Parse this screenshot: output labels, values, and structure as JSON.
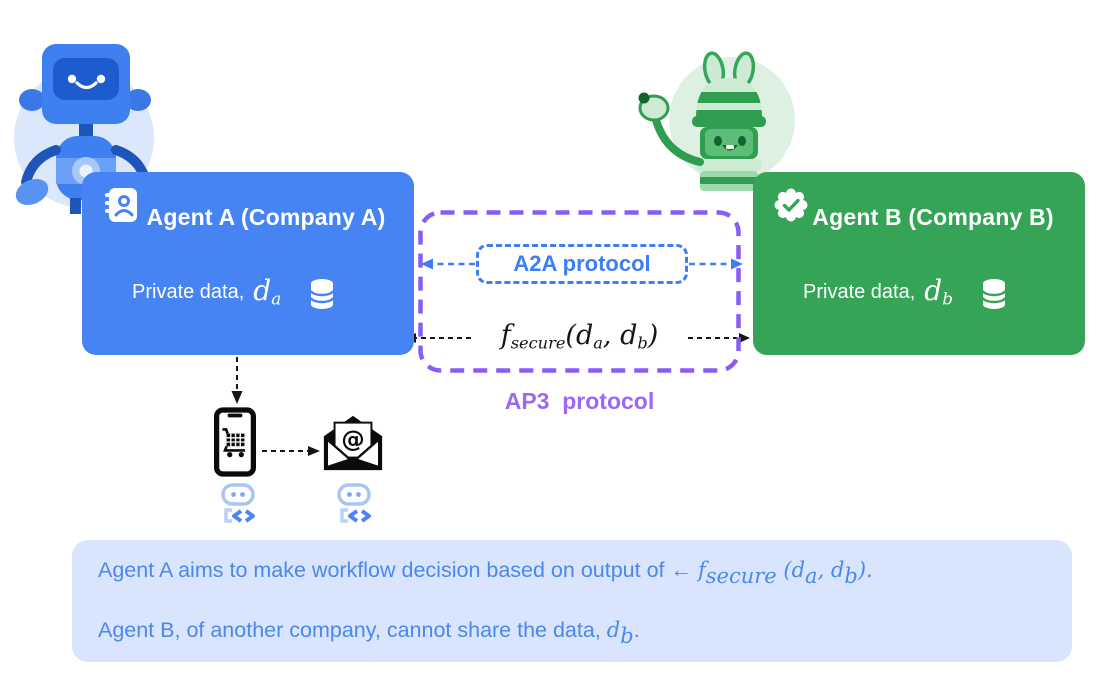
{
  "agents": {
    "a": {
      "title": "Agent A (Company A)",
      "private_label": "Private data,",
      "var": "d",
      "var_sub": "a"
    },
    "b": {
      "title": "Agent B (Company B)",
      "private_label": "Private data,",
      "var": "d",
      "var_sub": "b"
    }
  },
  "center": {
    "a2a_label": "A2A protocol",
    "ap3_label": "AP3  protocol",
    "formula": {
      "f": "f",
      "f_sub": "secure",
      "open": "(",
      "var1": "d",
      "var1_sub": "a",
      "sep": ", ",
      "var2": "d",
      "var2_sub": "b",
      "close": ")"
    }
  },
  "caption": {
    "line1": {
      "text": "Agent A aims to make workflow decision based on output of ← ",
      "f": "f",
      "f_sub": "secure",
      "open": " (",
      "var1": "d",
      "var1_sub": "a",
      "sep": ", ",
      "var2": "d",
      "var2_sub": "b",
      "close": ")."
    },
    "line2": {
      "text": "Agent B, of another company, cannot share the data, ",
      "var": "d",
      "var_sub": "b",
      "period": "."
    }
  },
  "colors": {
    "agent_a_bg": "#4584f2",
    "agent_b_bg": "#35a457",
    "a2a_blue": "#3d7ef5",
    "purple_border": "#8a5cf6",
    "ap3_text": "#9c68f6",
    "caption_bg": "#d8e5fc",
    "caption_text": "#4c87ee"
  }
}
